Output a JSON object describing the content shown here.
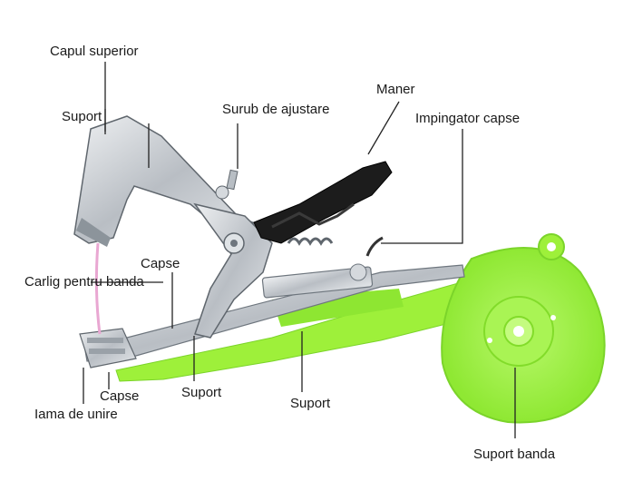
{
  "diagram": {
    "labels": {
      "capul_superior": "Capul superior",
      "suport_top": "Suport",
      "surub": "Surub de ajustare",
      "maner": "Maner",
      "impingator": "Impingator capse",
      "capse_mid": "Capse",
      "carlig": "Carlig pentru banda",
      "capse_low": "Capse",
      "lama": "Iama de unire",
      "suport_bottom": "Suport",
      "suport_center": "Suport",
      "suport_banda": "Suport banda"
    },
    "colors": {
      "green": "#9ef03a",
      "green_dark": "#6fcf1e",
      "metal": "#c8ccd0",
      "metal_dark": "#7d858d",
      "handle": "#1c1c1c"
    }
  }
}
